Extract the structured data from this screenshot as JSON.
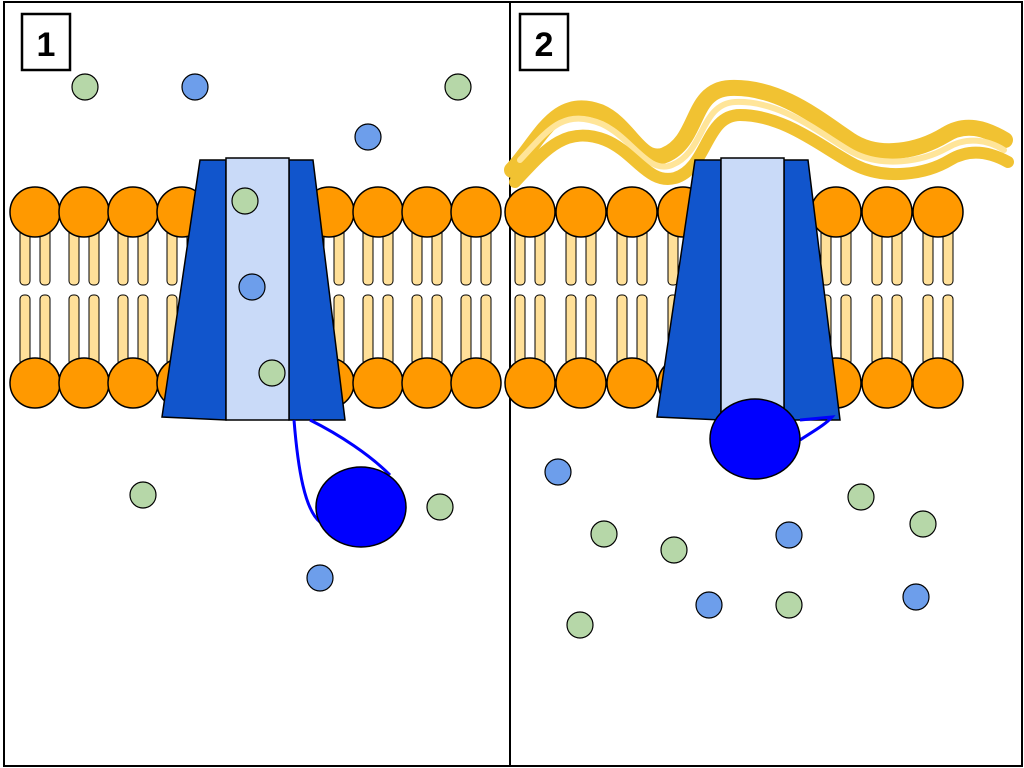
{
  "panels": [
    {
      "label": "1",
      "channel_state": "closed-loop"
    },
    {
      "label": "2",
      "channel_state": "plugged"
    }
  ],
  "colors": {
    "phospholipid_head": "#ff9900",
    "phospholipid_tail": "#ffe099",
    "channel_wall": "#1155cc",
    "channel_pore": "#c9daf8",
    "gate_ball": "#0000ff",
    "ion_green": "#b6d7a8",
    "ion_blue": "#6d9eeb",
    "toxin": "#f1c232",
    "toxin_light": "#ffe599",
    "outline": "#000000"
  },
  "icons": [
    "phospholipid-head-icon",
    "ion-channel-icon",
    "gate-ball-icon",
    "ion-icon",
    "toxin-strand-icon"
  ]
}
